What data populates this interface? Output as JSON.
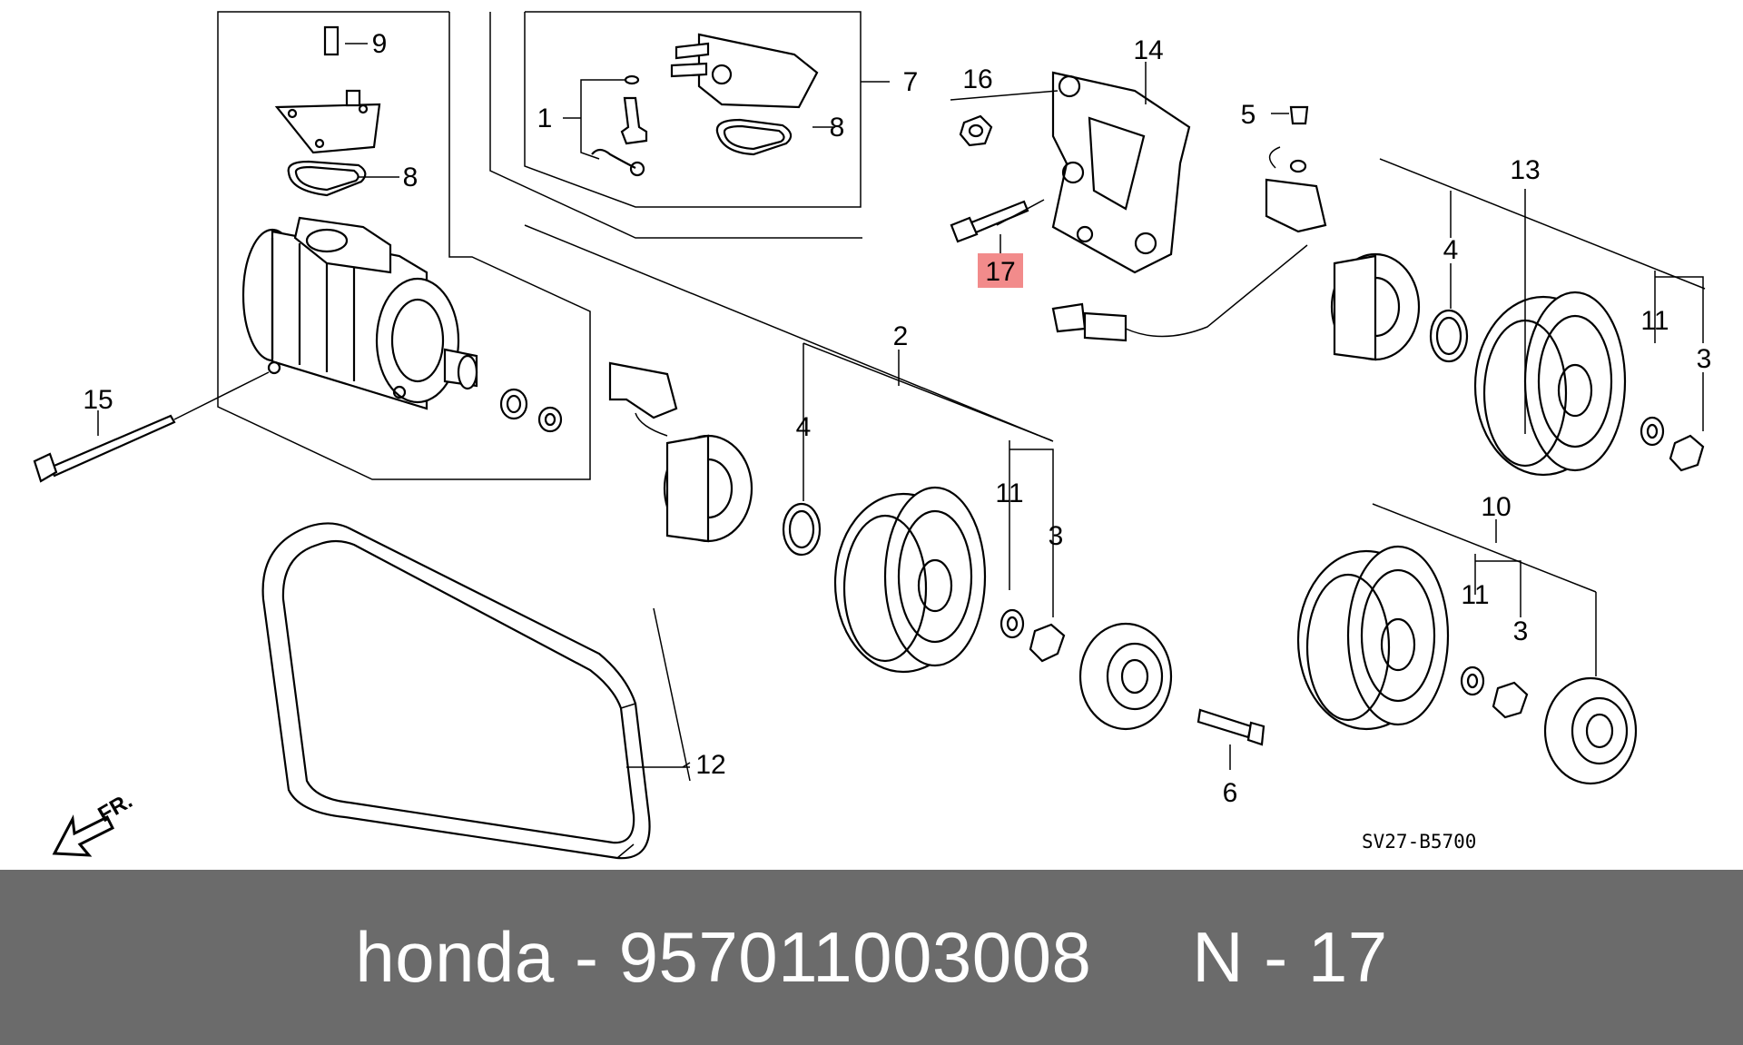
{
  "colors": {
    "caption_background": "#6b6b6b",
    "caption_text": "#ffffff",
    "highlight": "#f28b8b"
  },
  "diagram": {
    "callouts": {
      "c1": "1",
      "c2": "2",
      "c3a": "3",
      "c3b": "3",
      "c3c": "3",
      "c4a": "4",
      "c4b": "4",
      "c5": "5",
      "c6": "6",
      "c7": "7",
      "c8a": "8",
      "c8b": "8",
      "c9": "9",
      "c10": "10",
      "c11a": "11",
      "c11b": "11",
      "c11c": "11",
      "c12": "12",
      "c13": "13",
      "c14": "14",
      "c15": "15",
      "c16": "16",
      "c17": "17"
    },
    "diagram_code": "SV27-B5700",
    "front_label": "FR."
  },
  "caption": {
    "text": "honda - 957011003008     N - 17"
  }
}
